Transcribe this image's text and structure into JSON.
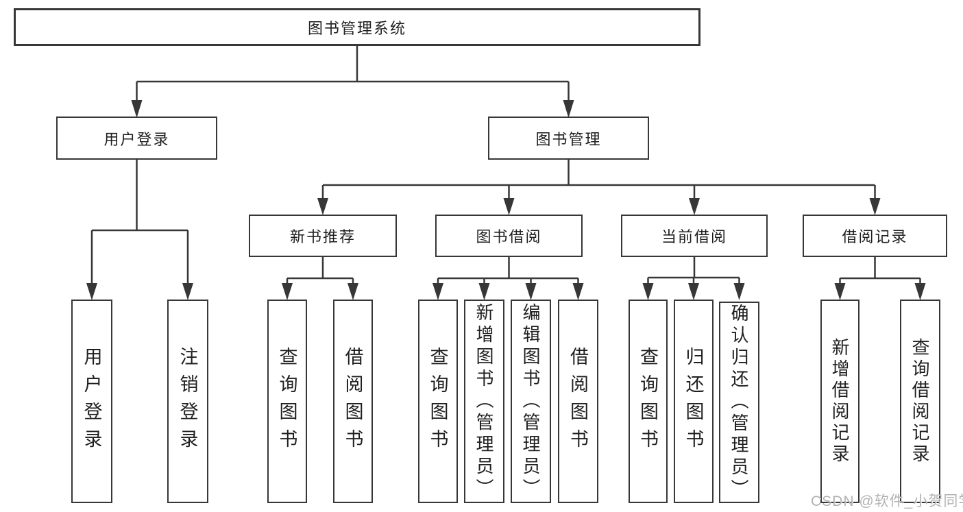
{
  "colors": {
    "line": "#373737",
    "text": "#1f1f1f",
    "background": "#ffffff",
    "watermark": "#b2b2b2"
  },
  "watermark": "CSDN @软件_小贺同学",
  "tree": {
    "label": "图书管理系统",
    "children": [
      {
        "label": "用户登录",
        "children": [
          {
            "label": "用户登录"
          },
          {
            "label": "注销登录"
          }
        ]
      },
      {
        "label": "图书管理",
        "children": [
          {
            "label": "新书推荐",
            "children": [
              {
                "label": "查询图书"
              },
              {
                "label": "借阅图书"
              }
            ]
          },
          {
            "label": "图书借阅",
            "children": [
              {
                "label": "查询图书"
              },
              {
                "label": "新增图书（管理员）"
              },
              {
                "label": "编辑图书（管理员）"
              },
              {
                "label": "借阅图书"
              }
            ]
          },
          {
            "label": "当前借阅",
            "children": [
              {
                "label": "查询图书"
              },
              {
                "label": "归还图书"
              },
              {
                "label": "确认归还（管理员）"
              }
            ]
          },
          {
            "label": "借阅记录",
            "children": [
              {
                "label": "新增借阅记录"
              },
              {
                "label": "查询借阅记录"
              }
            ]
          }
        ]
      }
    ]
  }
}
